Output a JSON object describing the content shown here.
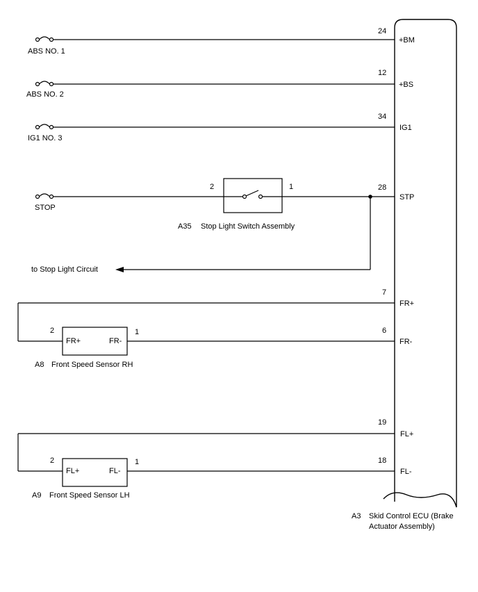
{
  "fuses": [
    {
      "label": "ABS NO. 1"
    },
    {
      "label": "ABS NO. 2"
    },
    {
      "label": "IG1 NO. 3"
    },
    {
      "label": "STOP"
    }
  ],
  "ecu": {
    "code": "A3",
    "name_line1": "Skid Control ECU (Brake",
    "name_line2": "Actuator Assembly)",
    "pins": [
      {
        "num": "24",
        "name": "+BM"
      },
      {
        "num": "12",
        "name": "+BS"
      },
      {
        "num": "34",
        "name": "IG1"
      },
      {
        "num": "28",
        "name": "STP"
      },
      {
        "num": "7",
        "name": "FR+"
      },
      {
        "num": "6",
        "name": "FR-"
      },
      {
        "num": "19",
        "name": "FL+"
      },
      {
        "num": "18",
        "name": "FL-"
      }
    ]
  },
  "switch": {
    "code": "A35",
    "name": "Stop Light Switch Assembly",
    "pin_left": "2",
    "pin_right": "1"
  },
  "stop_light_label": "to Stop Light Circuit",
  "sensor_rh": {
    "code": "A8",
    "name": "Front Speed Sensor RH",
    "term_plus": "FR+",
    "term_minus": "FR-",
    "pin_left": "2",
    "pin_right": "1"
  },
  "sensor_lh": {
    "code": "A9",
    "name": "Front Speed Sensor LH",
    "term_plus": "FL+",
    "term_minus": "FL-",
    "pin_left": "2",
    "pin_right": "1"
  }
}
